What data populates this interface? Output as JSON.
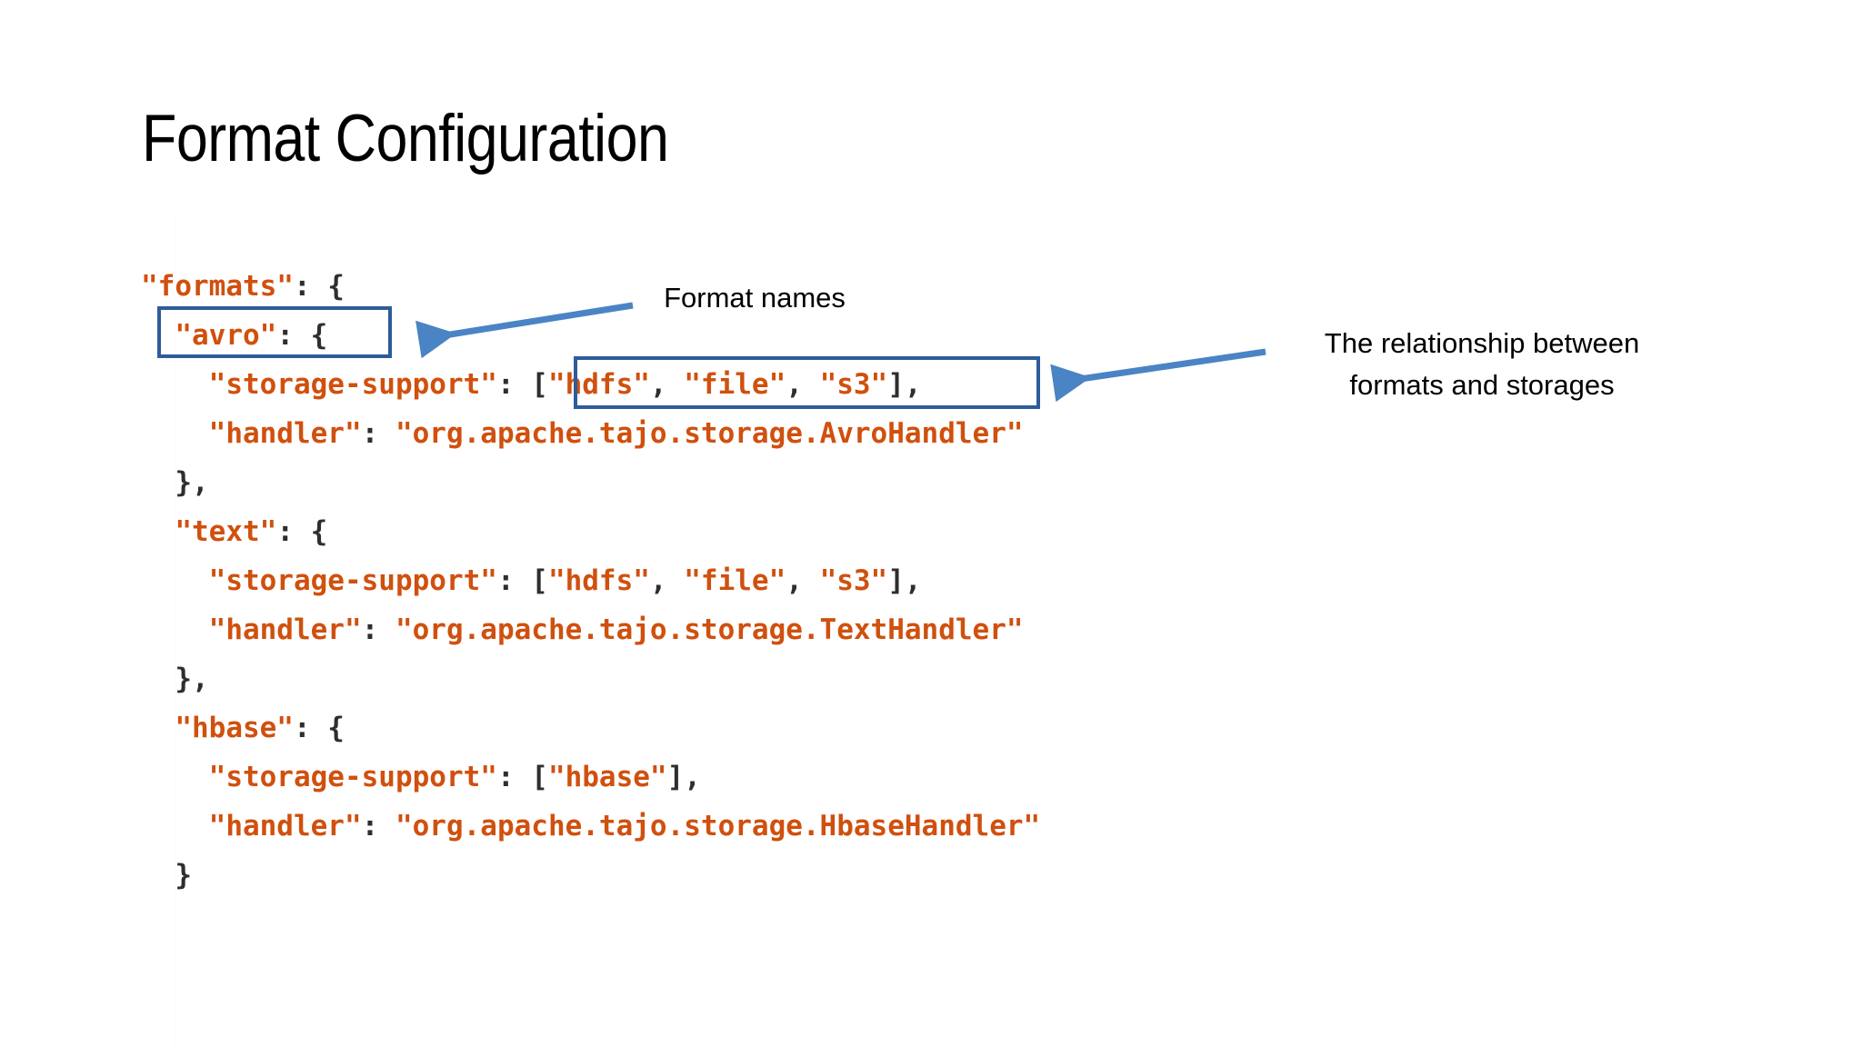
{
  "slide": {
    "title": "Format Configuration",
    "background_color": "#ffffff"
  },
  "theme": {
    "code_string_color": "#D0500E",
    "code_punctuation_color": "#2E2E2E",
    "highlight_box_color": "#2E5C9A",
    "arrow_color": "#4A84C4",
    "title_color": "#000000",
    "callout_text_color": "#000000"
  },
  "code": {
    "language": "json",
    "lines": [
      [
        {
          "t": "\"formats\"",
          "k": "s"
        },
        {
          "t": ": {",
          "k": "p"
        }
      ],
      [
        {
          "t": "  ",
          "k": "p"
        },
        {
          "t": "\"avro\"",
          "k": "s"
        },
        {
          "t": ": {",
          "k": "p"
        }
      ],
      [
        {
          "t": "    ",
          "k": "p"
        },
        {
          "t": "\"storage-support\"",
          "k": "s"
        },
        {
          "t": ": [",
          "k": "p"
        },
        {
          "t": "\"hdfs\"",
          "k": "s"
        },
        {
          "t": ", ",
          "k": "p"
        },
        {
          "t": "\"file\"",
          "k": "s"
        },
        {
          "t": ", ",
          "k": "p"
        },
        {
          "t": "\"s3\"",
          "k": "s"
        },
        {
          "t": "],",
          "k": "p"
        }
      ],
      [
        {
          "t": "    ",
          "k": "p"
        },
        {
          "t": "\"handler\"",
          "k": "s"
        },
        {
          "t": ": ",
          "k": "p"
        },
        {
          "t": "\"org.apache.tajo.storage.AvroHandler\"",
          "k": "s"
        }
      ],
      [
        {
          "t": "  },",
          "k": "p"
        }
      ],
      [
        {
          "t": "  ",
          "k": "p"
        },
        {
          "t": "\"text\"",
          "k": "s"
        },
        {
          "t": ": {",
          "k": "p"
        }
      ],
      [
        {
          "t": "    ",
          "k": "p"
        },
        {
          "t": "\"storage-support\"",
          "k": "s"
        },
        {
          "t": ": [",
          "k": "p"
        },
        {
          "t": "\"hdfs\"",
          "k": "s"
        },
        {
          "t": ", ",
          "k": "p"
        },
        {
          "t": "\"file\"",
          "k": "s"
        },
        {
          "t": ", ",
          "k": "p"
        },
        {
          "t": "\"s3\"",
          "k": "s"
        },
        {
          "t": "],",
          "k": "p"
        }
      ],
      [
        {
          "t": "    ",
          "k": "p"
        },
        {
          "t": "\"handler\"",
          "k": "s"
        },
        {
          "t": ": ",
          "k": "p"
        },
        {
          "t": "\"org.apache.tajo.storage.TextHandler\"",
          "k": "s"
        }
      ],
      [
        {
          "t": "  },",
          "k": "p"
        }
      ],
      [
        {
          "t": "  ",
          "k": "p"
        },
        {
          "t": "\"hbase\"",
          "k": "s"
        },
        {
          "t": ": {",
          "k": "p"
        }
      ],
      [
        {
          "t": "    ",
          "k": "p"
        },
        {
          "t": "\"storage-support\"",
          "k": "s"
        },
        {
          "t": ": [",
          "k": "p"
        },
        {
          "t": "\"hbase\"",
          "k": "s"
        },
        {
          "t": "],",
          "k": "p"
        }
      ],
      [
        {
          "t": "    ",
          "k": "p"
        },
        {
          "t": "\"handler\"",
          "k": "s"
        },
        {
          "t": ": ",
          "k": "p"
        },
        {
          "t": "\"org.apache.tajo.storage.HbaseHandler\"",
          "k": "s"
        }
      ],
      [
        {
          "t": "  }",
          "k": "p"
        }
      ]
    ],
    "config_values": {
      "formats": {
        "avro": {
          "storage-support": [
            "hdfs",
            "file",
            "s3"
          ],
          "handler": "org.apache.tajo.storage.AvroHandler"
        },
        "text": {
          "storage-support": [
            "hdfs",
            "file",
            "s3"
          ],
          "handler": "org.apache.tajo.storage.TextHandler"
        },
        "hbase": {
          "storage-support": [
            "hbase"
          ],
          "handler": "org.apache.tajo.storage.HbaseHandler"
        }
      }
    }
  },
  "annotations": {
    "format_names": {
      "text": "Format names",
      "targets_line": "\"avro\": {"
    },
    "relationship": {
      "text": "The relationship between\nformats and storages",
      "targets_line": "[\"hdfs\", \"file\", \"s3\"],"
    }
  },
  "highlights": [
    {
      "name": "avro-key-highlight",
      "encloses": "\"avro\": {"
    },
    {
      "name": "storage-support-value-highlight",
      "encloses": "[\"hdfs\", \"file\", \"s3\"],"
    }
  ]
}
